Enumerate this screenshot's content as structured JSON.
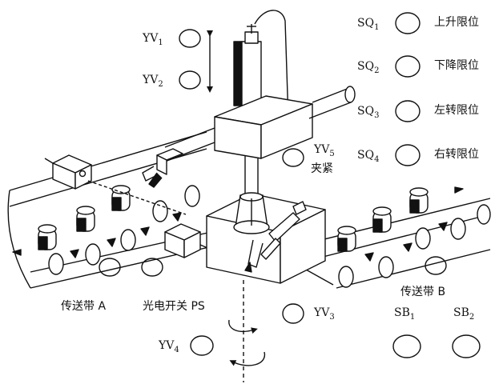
{
  "indicators": {
    "yv1": {
      "prefix": "YV",
      "sub": "1"
    },
    "yv2": {
      "prefix": "YV",
      "sub": "2"
    },
    "yv3": {
      "prefix": "YV",
      "sub": "3"
    },
    "yv4": {
      "prefix": "YV",
      "sub": "4"
    },
    "yv5": {
      "prefix": "YV",
      "sub": "5",
      "caption": "夹紧"
    },
    "sq1": {
      "prefix": "SQ",
      "sub": "1",
      "caption": "上升限位"
    },
    "sq2": {
      "prefix": "SQ",
      "sub": "2",
      "caption": "下降限位"
    },
    "sq3": {
      "prefix": "SQ",
      "sub": "3",
      "caption": "左转限位"
    },
    "sq4": {
      "prefix": "SQ",
      "sub": "4",
      "caption": "右转限位"
    },
    "sb1": {
      "prefix": "SB",
      "sub": "1"
    },
    "sb2": {
      "prefix": "SB",
      "sub": "2"
    }
  },
  "labels": {
    "conveyor_a": "传送带 A",
    "conveyor_b": "传送带 B",
    "photo_switch": "光电开关 PS"
  }
}
